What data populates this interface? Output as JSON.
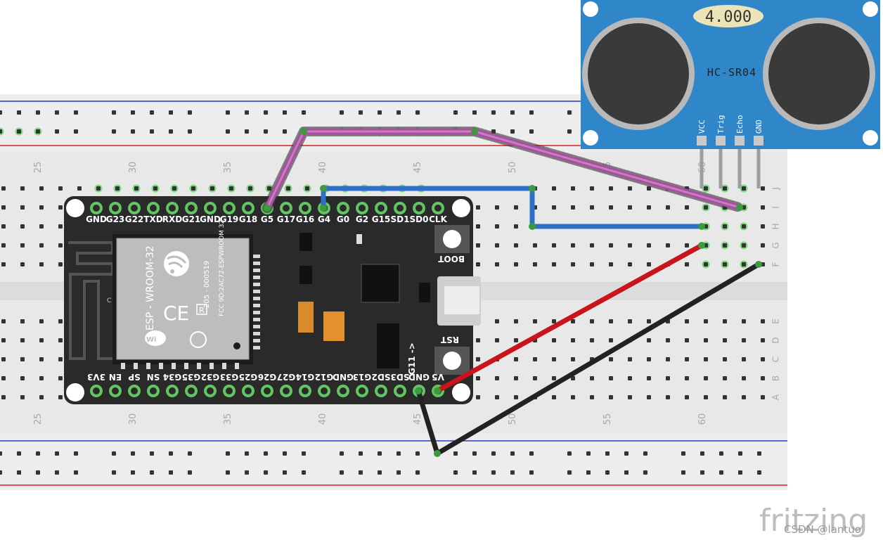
{
  "breadboard": {
    "column_labels_top": [
      "25",
      "30",
      "35",
      "40",
      "45",
      "50",
      "55",
      "60"
    ],
    "column_labels_bottom": [
      "25",
      "30",
      "35",
      "40",
      "45",
      "50",
      "55",
      "60"
    ],
    "row_labels_upper": [
      "J",
      "I",
      "H",
      "G",
      "F"
    ],
    "row_labels_lower": [
      "E",
      "D",
      "C",
      "B",
      "A"
    ]
  },
  "esp32": {
    "top_pins": [
      "GND",
      "G23",
      "G22",
      "TXD",
      "RXD",
      "G21",
      "GND",
      "G19",
      "G18",
      "G5",
      "G17",
      "G16",
      "G4",
      "G0",
      "G2",
      "G15",
      "SD1",
      "SD0",
      "CLK"
    ],
    "bottom_pins": [
      "3V3",
      "EN",
      "SP",
      "SN",
      "G34",
      "G35",
      "G32",
      "G33",
      "G25",
      "G26",
      "G27",
      "G14",
      "G12",
      "GND",
      "G13",
      "SD2",
      "SD3",
      "GND",
      "V5"
    ],
    "module_text": [
      "ESP - WROOM-32",
      "205 - 000519",
      "FCC 9D:2AC72-ESPWROOM 32"
    ],
    "module_c": "C",
    "boot_label": "BOOT",
    "rst_label": "RST",
    "g11_label": "G11 ->"
  },
  "sensor": {
    "display": "4.000",
    "model": "HC-SR04",
    "pins": [
      "VCC",
      "Trig",
      "Echo",
      "GND"
    ]
  },
  "colors": {
    "purple_wire": "#a7509e",
    "blue_wire": "#2e6fc7",
    "red_wire": "#c8141b",
    "black_wire": "#222222",
    "sensor_board": "#2f86c9",
    "esp_board": "#2a2a2a"
  },
  "footer": {
    "brand": "fritzing",
    "watermark": "CSDN @lantuo"
  }
}
